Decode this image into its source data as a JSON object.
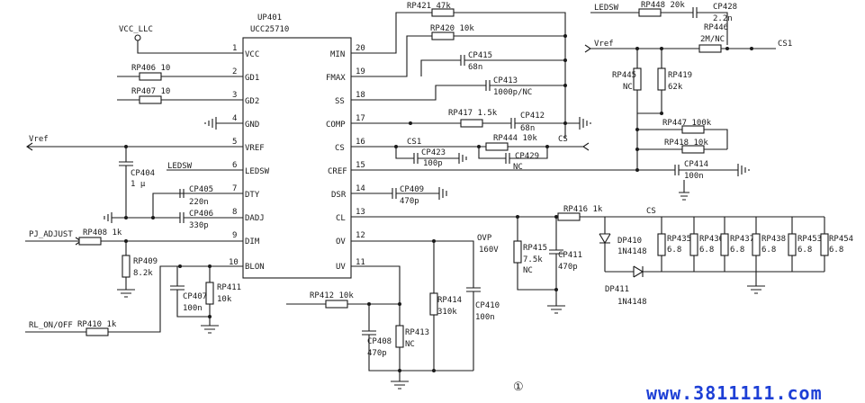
{
  "ic": {
    "ref": "UP401",
    "part": "UCC25710"
  },
  "pins_left": [
    {
      "num": "1",
      "name": "VCC"
    },
    {
      "num": "2",
      "name": "GD1"
    },
    {
      "num": "3",
      "name": "GD2"
    },
    {
      "num": "4",
      "name": "GND"
    },
    {
      "num": "5",
      "name": "VREF"
    },
    {
      "num": "6",
      "name": "LEDSW"
    },
    {
      "num": "7",
      "name": "DTY"
    },
    {
      "num": "8",
      "name": "DADJ"
    },
    {
      "num": "9",
      "name": "DIM"
    },
    {
      "num": "10",
      "name": "BLON"
    }
  ],
  "pins_right": [
    {
      "num": "20",
      "name": "MIN"
    },
    {
      "num": "19",
      "name": "FMAX"
    },
    {
      "num": "18",
      "name": "SS"
    },
    {
      "num": "17",
      "name": "COMP"
    },
    {
      "num": "16",
      "name": "CS"
    },
    {
      "num": "15",
      "name": "CREF"
    },
    {
      "num": "14",
      "name": "DSR"
    },
    {
      "num": "13",
      "name": "CL"
    },
    {
      "num": "12",
      "name": "OV"
    },
    {
      "num": "11",
      "name": "UV"
    }
  ],
  "nets": {
    "vcc_llc": "VCC_LLC",
    "vref_left": "Vref",
    "vref_right": "Vref",
    "ledsw_mid": "LEDSW",
    "ledsw_top": "LEDSW",
    "pj_adjust": "PJ_ADJUST",
    "rl_on_off": "RL_ON/OFF",
    "cs1_top": "CS1",
    "cs1_mid": "CS1",
    "cs_mid": "CS",
    "cs_bottom": "CS",
    "ovp": "OVP",
    "ovp_v": "160V"
  },
  "components": {
    "rp406": "RP406 10",
    "rp407": "RP407 10",
    "cp404": "CP404",
    "cp404_v": "1 μ",
    "cp405": "CP405",
    "cp405_v": "220n",
    "cp406": "CP406",
    "cp406_v": "330p",
    "rp408": "RP408 1k",
    "rp409": "RP409",
    "rp409_v": "8.2k",
    "rp410": "RP410 1k",
    "cp407": "CP407",
    "cp407_v": "100n",
    "rp411": "RP411",
    "rp411_v": "10k",
    "rp421": "RP421 47k",
    "rp420": "RP420 10k",
    "cp415": "CP415",
    "cp415_v": "68n",
    "cp413": "CP413",
    "cp413_v": "1000p/NC",
    "rp417": "RP417 1.5k",
    "cp412": "CP412",
    "cp412_v": "68n",
    "cp423": "CP423",
    "cp423_v": "100p",
    "rp444": "RP444 10k",
    "cp429": "CP429",
    "cp429_v": "NC",
    "cp414": "CP414",
    "cp414_v": "100n",
    "cp409": "CP409",
    "cp409_v": "470p",
    "rp416": "RP416 1k",
    "rp412": "RP412 10k",
    "cp408": "CP408",
    "cp408_v": "470p",
    "rp413": "RP413",
    "rp413_v": "NC",
    "rp414": "RP414",
    "rp414_v": "310k",
    "cp410": "CP410",
    "cp410_v": "100n",
    "rp415": "RP415",
    "rp415_v1": "7.5k",
    "rp415_v2": "NC",
    "cp411": "CP411",
    "cp411_v": "470p",
    "dp410": "DP410",
    "dp410_v": "1N4148",
    "dp411": "DP411",
    "dp411_v": "1N4148",
    "rp435": "RP435",
    "rp436": "RP436",
    "rp437": "RP437",
    "rp438": "RP438",
    "rp453": "RP453",
    "rp454": "RP454",
    "r_val_6_8": "6.8",
    "rp448": "RP448 20k",
    "cp428": "CP428",
    "cp428_v": "2.2n",
    "rp446": "RP446",
    "rp446_v": "2M/NC",
    "rp445": "RP445",
    "rp445_v": "NC",
    "rp419": "RP419",
    "rp419_v": "62k",
    "rp447": "RP447 100k",
    "rp418": "RP418 10k"
  },
  "footer": {
    "page_marker": "①",
    "watermark": "www.3811111.com"
  },
  "colors": {
    "ink": "#1a1a1a",
    "watermark": "#1d3fd6",
    "background": "#ffffff"
  }
}
